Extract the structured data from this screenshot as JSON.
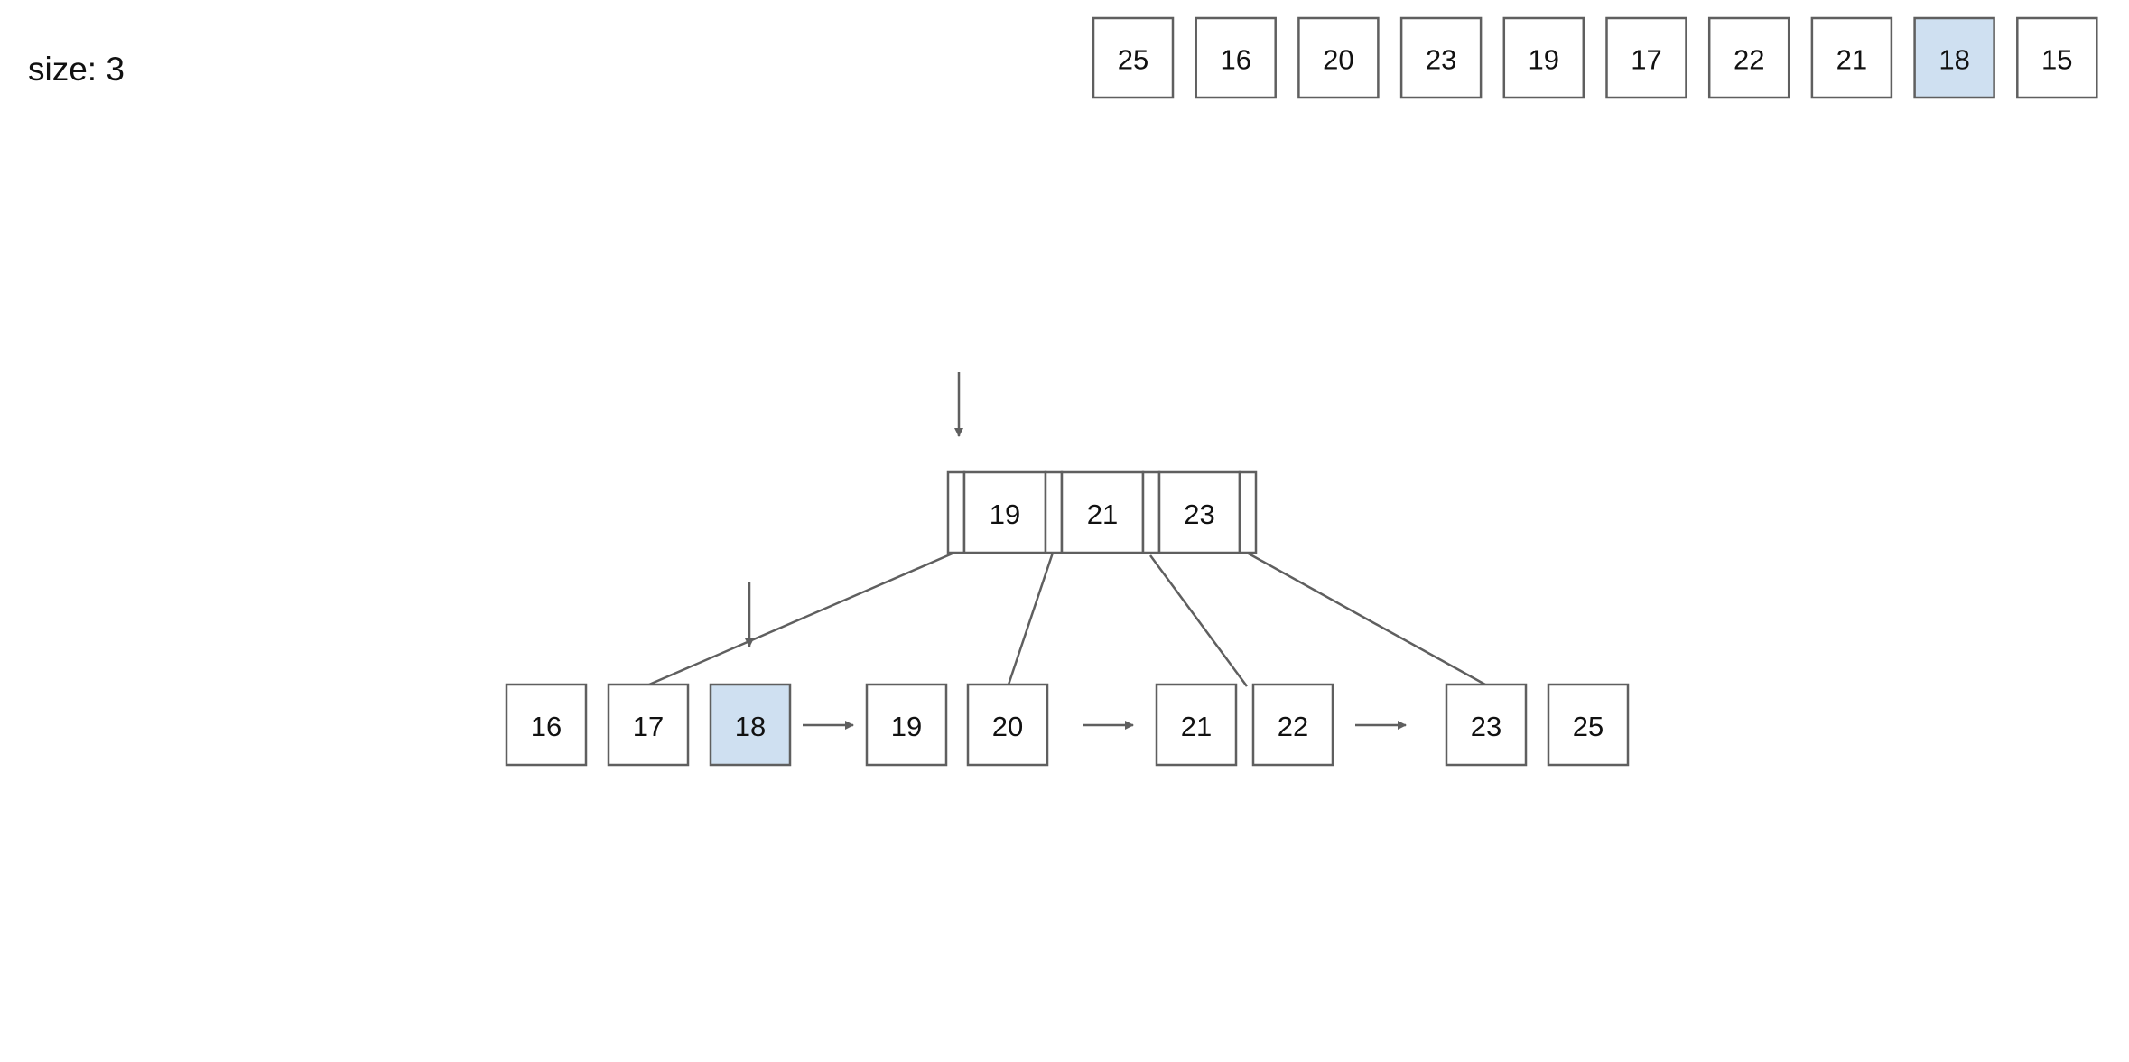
{
  "size_label": "size: 3",
  "input_array": {
    "values": [
      "25",
      "16",
      "20",
      "23",
      "19",
      "17",
      "22",
      "21",
      "18",
      "15"
    ],
    "highlighted_index": 8
  },
  "root_node": {
    "keys": [
      "19",
      "21",
      "23"
    ]
  },
  "leaves": [
    {
      "keys": [
        "16",
        "17",
        "18"
      ],
      "highlighted_index": 2
    },
    {
      "keys": [
        "19",
        "20"
      ]
    },
    {
      "keys": [
        "21",
        "22"
      ]
    },
    {
      "keys": [
        "23",
        "25"
      ]
    }
  ],
  "colors": {
    "highlight": "#cfe0f1",
    "stroke": "#5f5f5f"
  }
}
